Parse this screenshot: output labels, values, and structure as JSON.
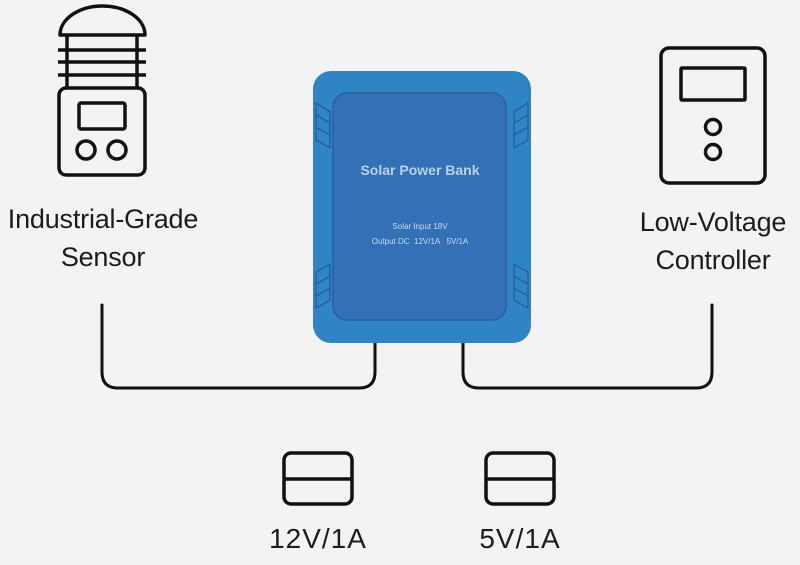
{
  "diagram": {
    "title": "Solar Power Bank connection diagram",
    "colors": {
      "background": "#f3f3f3",
      "line": "#111111",
      "bank_outer": "#2f84c6",
      "bank_inner": "#3370b5",
      "bank_text": "#b9d2ec"
    },
    "power_bank": {
      "name": "Solar Power Bank",
      "spec_input": "Solar Input 18V",
      "spec_output": "Output DC  12V/1A   5V/1A"
    },
    "devices": [
      {
        "id": "sensor",
        "icon": "weather-sensor-icon",
        "label_line1": "Industrial-Grade",
        "label_line2": "Sensor"
      },
      {
        "id": "controller",
        "icon": "controller-icon",
        "label_line1": "Low-Voltage",
        "label_line2": "Controller"
      }
    ],
    "ports": [
      {
        "icon": "dc-port-icon",
        "label": "12V/1A"
      },
      {
        "icon": "dc-port-icon",
        "label": "5V/1A"
      }
    ],
    "connections": [
      {
        "from": "Solar Power Bank",
        "to": "Industrial-Grade Sensor"
      },
      {
        "from": "Solar Power Bank",
        "to": "Low-Voltage Controller"
      }
    ]
  }
}
